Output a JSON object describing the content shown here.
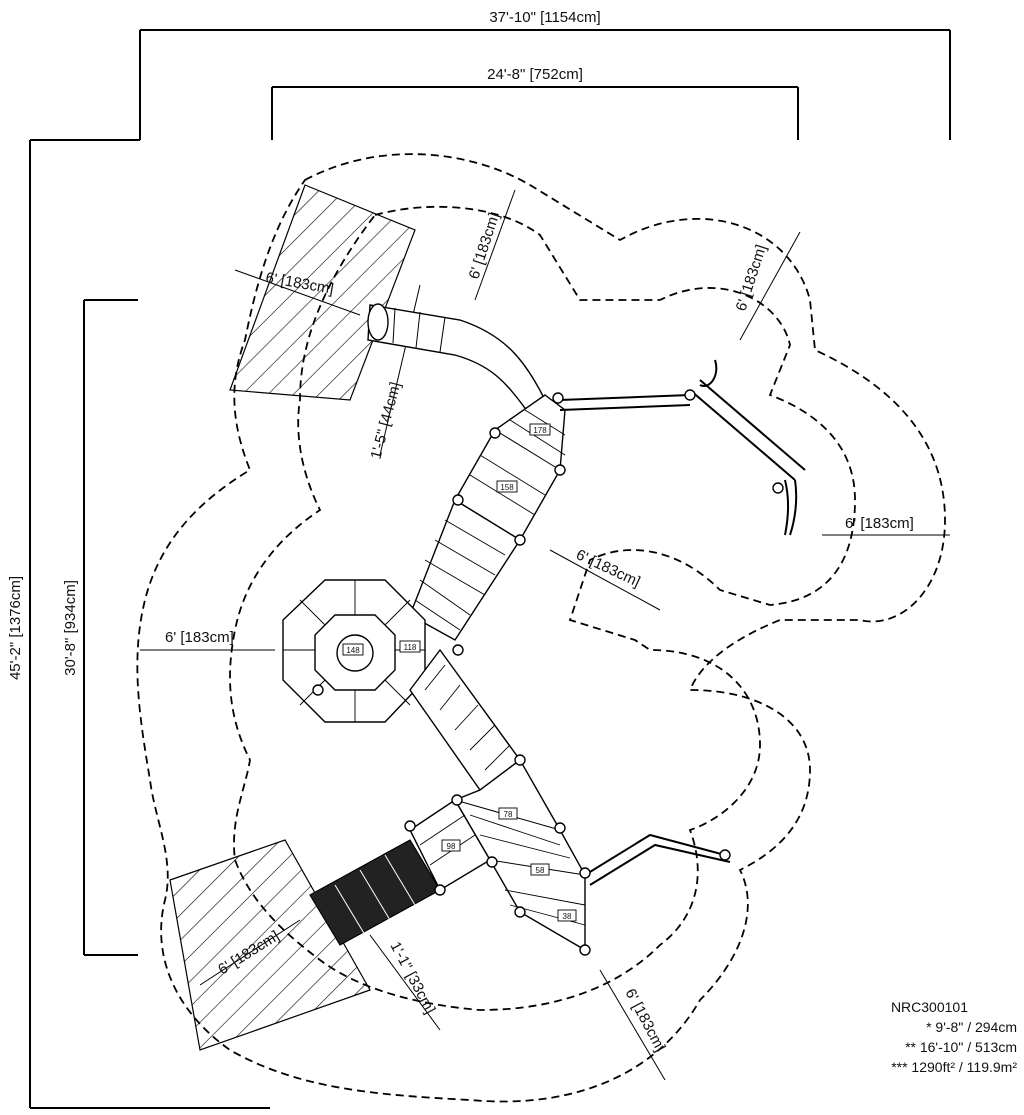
{
  "dimensions": {
    "overall_width": "37'-10\" [1154cm]",
    "structure_width": "24'-8\" [752cm]",
    "overall_depth": "45'-2\" [1376cm]",
    "structure_depth": "30'-8\" [934cm]",
    "slide_top_width": "1'-5\" [44cm]",
    "slide_bottom_width": "1'-1\" [33cm]"
  },
  "clearance_labels": [
    "6' [183cm]",
    "6' [183cm]",
    "6' [183cm]",
    "6' [183cm]",
    "6' [183cm]",
    "6' [183cm]",
    "6' [183cm]",
    "6' [183cm]"
  ],
  "deck_heights": [
    "178",
    "158",
    "148",
    "118",
    "98",
    "78",
    "58",
    "38"
  ],
  "specs": {
    "model": "NRC300101",
    "fall_height": "* 9'-8\" / 294cm",
    "height": "** 16'-10\" / 513cm",
    "area": "*** 1290ft² / 119.9m²"
  }
}
